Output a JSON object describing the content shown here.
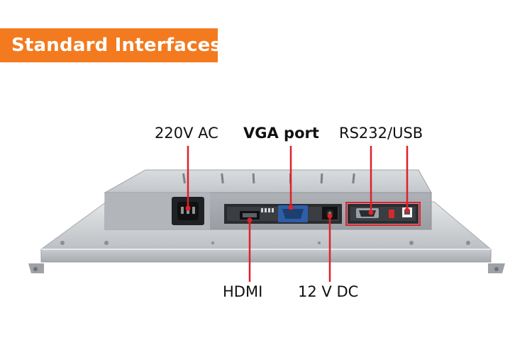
{
  "banner": {
    "title": "Standard Interfaces",
    "color": "#f37a1f"
  },
  "labels": {
    "ac": "220V AC",
    "vga": "VGA port",
    "rs232_usb": "RS232/USB",
    "hdmi": "HDMI",
    "dc": "12 V DC"
  },
  "colors": {
    "callout": "#e0202a",
    "panel": "#b9bdc2",
    "frame": "#d7dadd"
  }
}
